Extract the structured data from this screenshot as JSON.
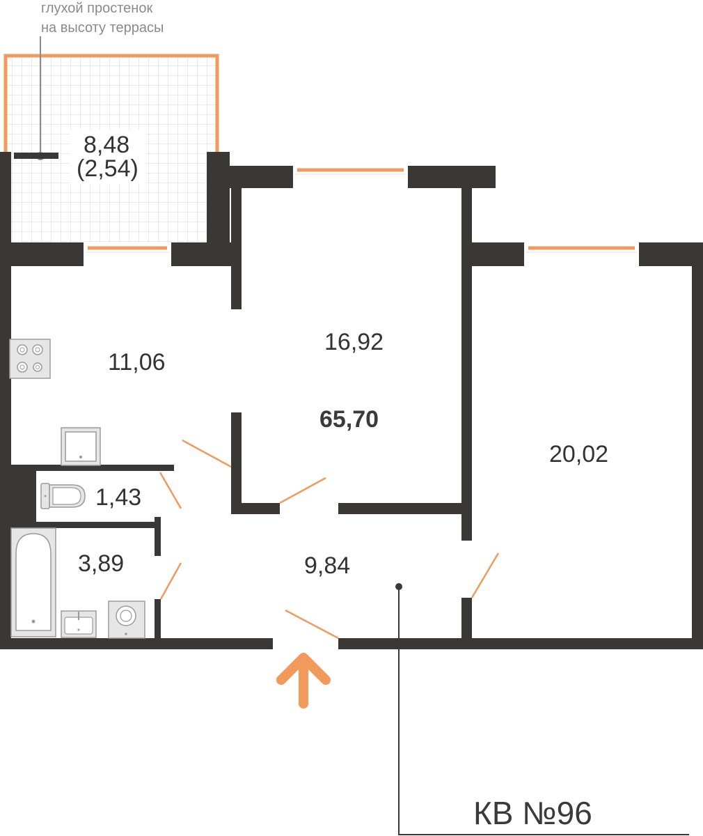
{
  "colors": {
    "wall": "#3b3735",
    "accent": "#f29a5c",
    "fixture_stroke": "#9a9a9a",
    "fixture_fill": "#e6e6e6",
    "grid": "#d9d9d9",
    "label": "#333333"
  },
  "note": {
    "line1": "глухой простенок",
    "line2": "на высоту террасы"
  },
  "rooms": {
    "terrace": {
      "area": "8,48",
      "reduced_area": "(2,54)"
    },
    "kitchen": {
      "area": "11,06"
    },
    "living": {
      "area": "16,92"
    },
    "bedroom": {
      "area": "20,02"
    },
    "wc": {
      "area": "1,43"
    },
    "bathroom": {
      "area": "3,89"
    },
    "hall": {
      "area": "9,84"
    }
  },
  "total_area": "65,70",
  "unit_label": "КВ №96",
  "icons": [
    "stove-icon",
    "sink-icon",
    "toilet-icon",
    "bathtub-icon",
    "washbasin-icon",
    "washing-machine-icon",
    "entrance-arrow-icon"
  ]
}
